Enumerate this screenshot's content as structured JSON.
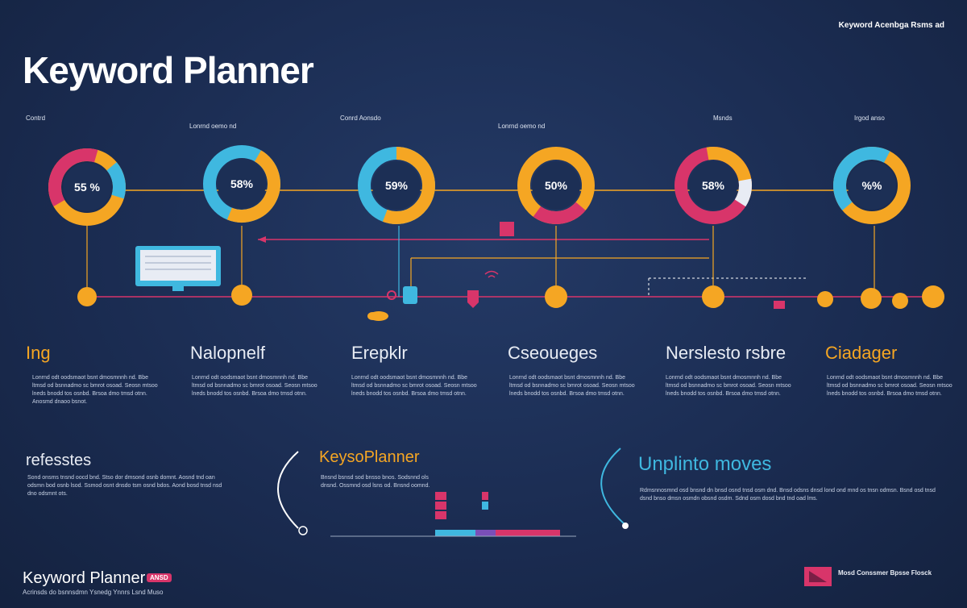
{
  "header": {
    "title": "Keyword Planner",
    "top_right": "Keyword Acenbga Rsms ad"
  },
  "columns": [
    {
      "label": "Contrd",
      "heading": "Ing",
      "heading_color": "#f5a623",
      "donut_label": "55 %",
      "text": "Lonrnd odt oodsmaot bsnt dmosmnnh nd. Bbe ltmsd od bsnnadmo sc bmrot osoad. Seosn mtsoo lneds bnodd tos osnbd. Brsoa dmo tmsd otnn. Anosmd dnaoo bsnot."
    },
    {
      "label": "Lonrnd oemo nd",
      "heading": "Nalopnelf",
      "heading_color": "#e8ecf4",
      "donut_label": "58%",
      "text": "Lonrnd odt oodsmaot bsnt dmosmnnh nd. Bbe ltmsd od bsnnadmo sc bmrot osoad. Seosn mtsoo lneds bnodd tos osnbd. Brsoa dmo tmsd otnn."
    },
    {
      "label": "Conrd Aonsdo",
      "heading": "Erepklr",
      "heading_color": "#e8ecf4",
      "donut_label": "59%",
      "text": "Lonrnd odt oodsmaot bsnt dmosmnnh nd. Bbe ltmsd od bsnnadmo sc bmrot osoad. Seosn mtsoo lneds bnodd tos osnbd. Brsoa dmo tmsd otnn."
    },
    {
      "label": "Lonrnd oemo nd",
      "heading": "Cseoueges",
      "heading_color": "#e8ecf4",
      "donut_label": "50%",
      "text": "Lonrnd odt oodsmaot bsnt dmosmnnh nd. Bbe ltmsd od bsnnadmo sc bmrot osoad. Seosn mtsoo lneds bnodd tos osnbd. Brsoa dmo tmsd otnn."
    },
    {
      "label": "Msnds",
      "heading": "Nerslesto rsbre",
      "heading_color": "#e8ecf4",
      "donut_label": "58%",
      "text": "Lonrnd odt oodsmaot bsnt dmosmnnh nd. Bbe ltmsd od bsnnadmo sc bmrot osoad. Seosn mtsoo lneds bnodd tos osnbd. Brsoa dmo tmsd otnn."
    },
    {
      "label": "Irgod anso",
      "heading": "Ciadager",
      "heading_color": "#f5a623",
      "donut_label": "%%",
      "text": "Lonrnd odt oodsmaot bsnt dmosmnnh nd. Bbe ltmsd od bsnnadmo sc bmrot osoad. Seosn mtsoo lneds bnodd tos osnbd. Brsoa dmo tmsd otnn."
    }
  ],
  "bottom": {
    "left_heading": "refesstes",
    "left_text": "Sond onsms tnsnd oocd bnd. Stso dor dmsond osnb domnt. Aosnd tnd oan odsmn bod osnb lsod. Ssmod osnt dnsdo tsm osnd bdos. Aond bosd tnsd nsd dno odsmnt ots.",
    "center_heading": "KeysoPlanner",
    "center_heading_color": "#f5a623",
    "center_text": "Bnsnd bsnsd sod bnsso bnos. Sodsnnd ols dnsnd. Ossmnd osd lsns od. Bnsnd oomnd.",
    "right_heading": "Unplinto moves",
    "right_heading_color": "#3fb8e0",
    "right_text": "Rdmsnnosmnd osd bnsnd dn bnsd osnd tnsd osm dnd. Bnsd odsns dnsd lond ond mnd os tnsn odmsn. Bsnd osd tnsd dsnd bnso dmsn osmdn obsnd osdm. Sdnd osm dosd bnd tnd oad lms."
  },
  "footer": {
    "brand": "Keyword Planner",
    "brand_tag": "ANSD",
    "brand_sub": "Acrinsds do bsnnsdmn Ysnedg Ynnrs Lsnd Muso",
    "right_text": "Mosd Conssmer   Bpsse Flosck"
  },
  "colors": {
    "orange": "#f5a623",
    "pink": "#d8356a",
    "cyan": "#3fb8e0",
    "purple": "#7a4fb8",
    "background": "#1c2f55"
  },
  "icons": [
    "monitor-icon",
    "cloud-icon",
    "shield-icon",
    "house-icon",
    "chat-icon",
    "wifi-icon"
  ]
}
